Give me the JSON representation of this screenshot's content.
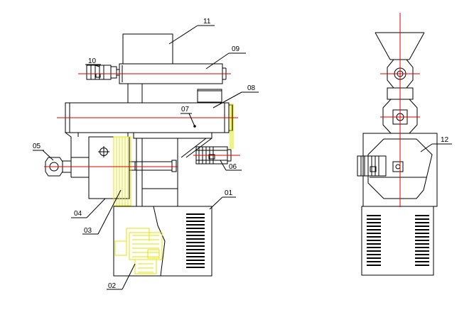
{
  "labels": {
    "p01": "01",
    "p02": "02",
    "p03": "03",
    "p04": "04",
    "p05": "05",
    "p06": "06",
    "p07": "07",
    "p08": "08",
    "p09": "09",
    "p10": "10",
    "p11": "11",
    "p12": "12"
  },
  "colors": {
    "line": "#000000",
    "centerline": "#e00000",
    "hidden": "#e6e600"
  }
}
